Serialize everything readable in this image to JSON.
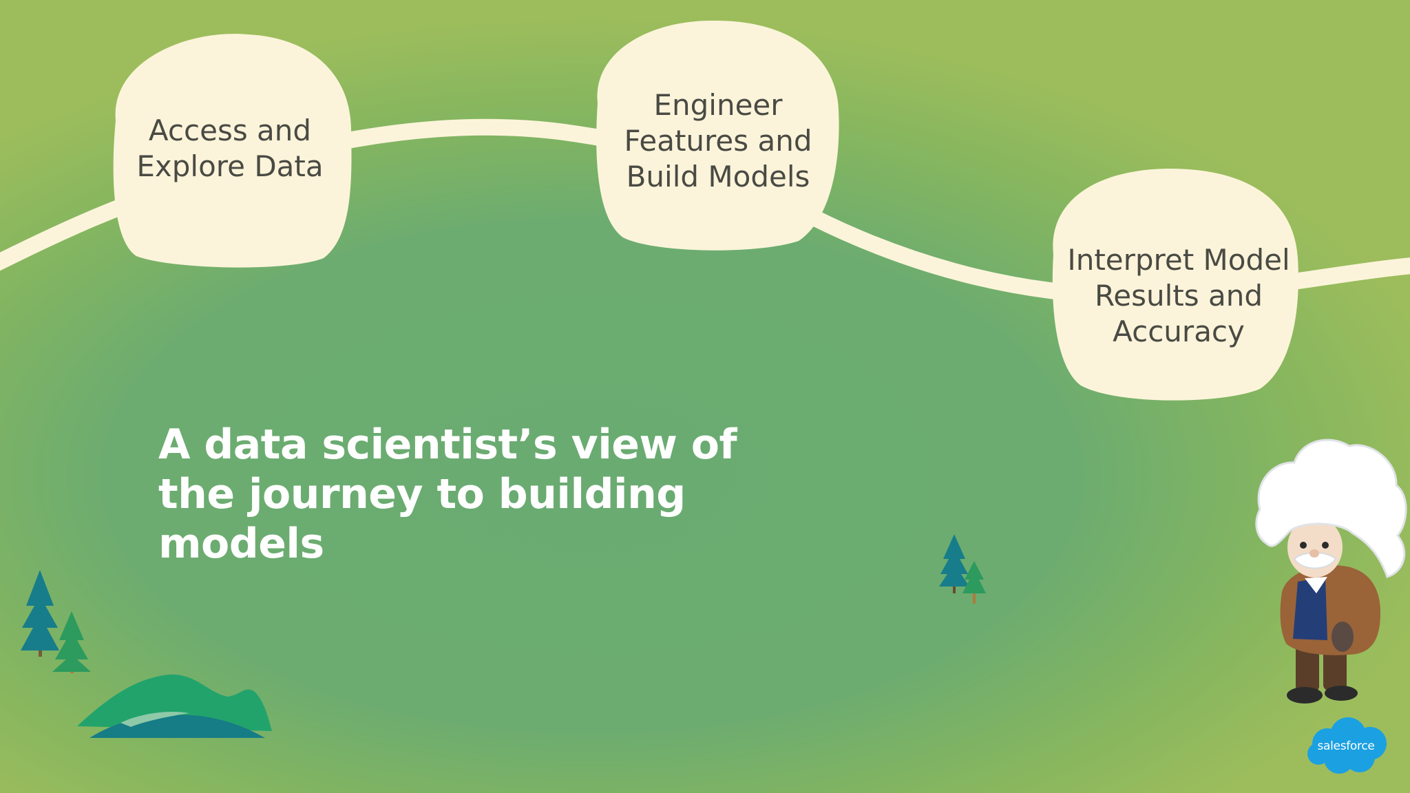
{
  "slide": {
    "steps": [
      {
        "lines": [
          "Access and",
          "Explore Data"
        ]
      },
      {
        "lines": [
          "Engineer",
          "Features and",
          "Build Models"
        ]
      },
      {
        "lines": [
          "Interpret Model",
          "Results and",
          "Accuracy"
        ]
      }
    ],
    "headline": {
      "lines": [
        "A data scientist’s view of",
        "the journey to building",
        "models"
      ]
    },
    "brand": {
      "logo_text": "salesforce"
    }
  },
  "colors": {
    "background": "#6cac70",
    "background_edge": "#9dbd5c",
    "path": "#fbf4da",
    "bubble": "#fbf4da",
    "bubble_text": "#4a4a44",
    "headline_text": "#ffffff",
    "tree_teal": "#177d8a",
    "tree_green": "#2d9a5e",
    "hill_teal": "#167c86",
    "hill_green": "#22a36c",
    "logo_blue": "#1ba0e2"
  },
  "icons": [
    "pine-trees-icon",
    "hills-icon",
    "mascot-scientist-icon",
    "salesforce-cloud-logo"
  ]
}
